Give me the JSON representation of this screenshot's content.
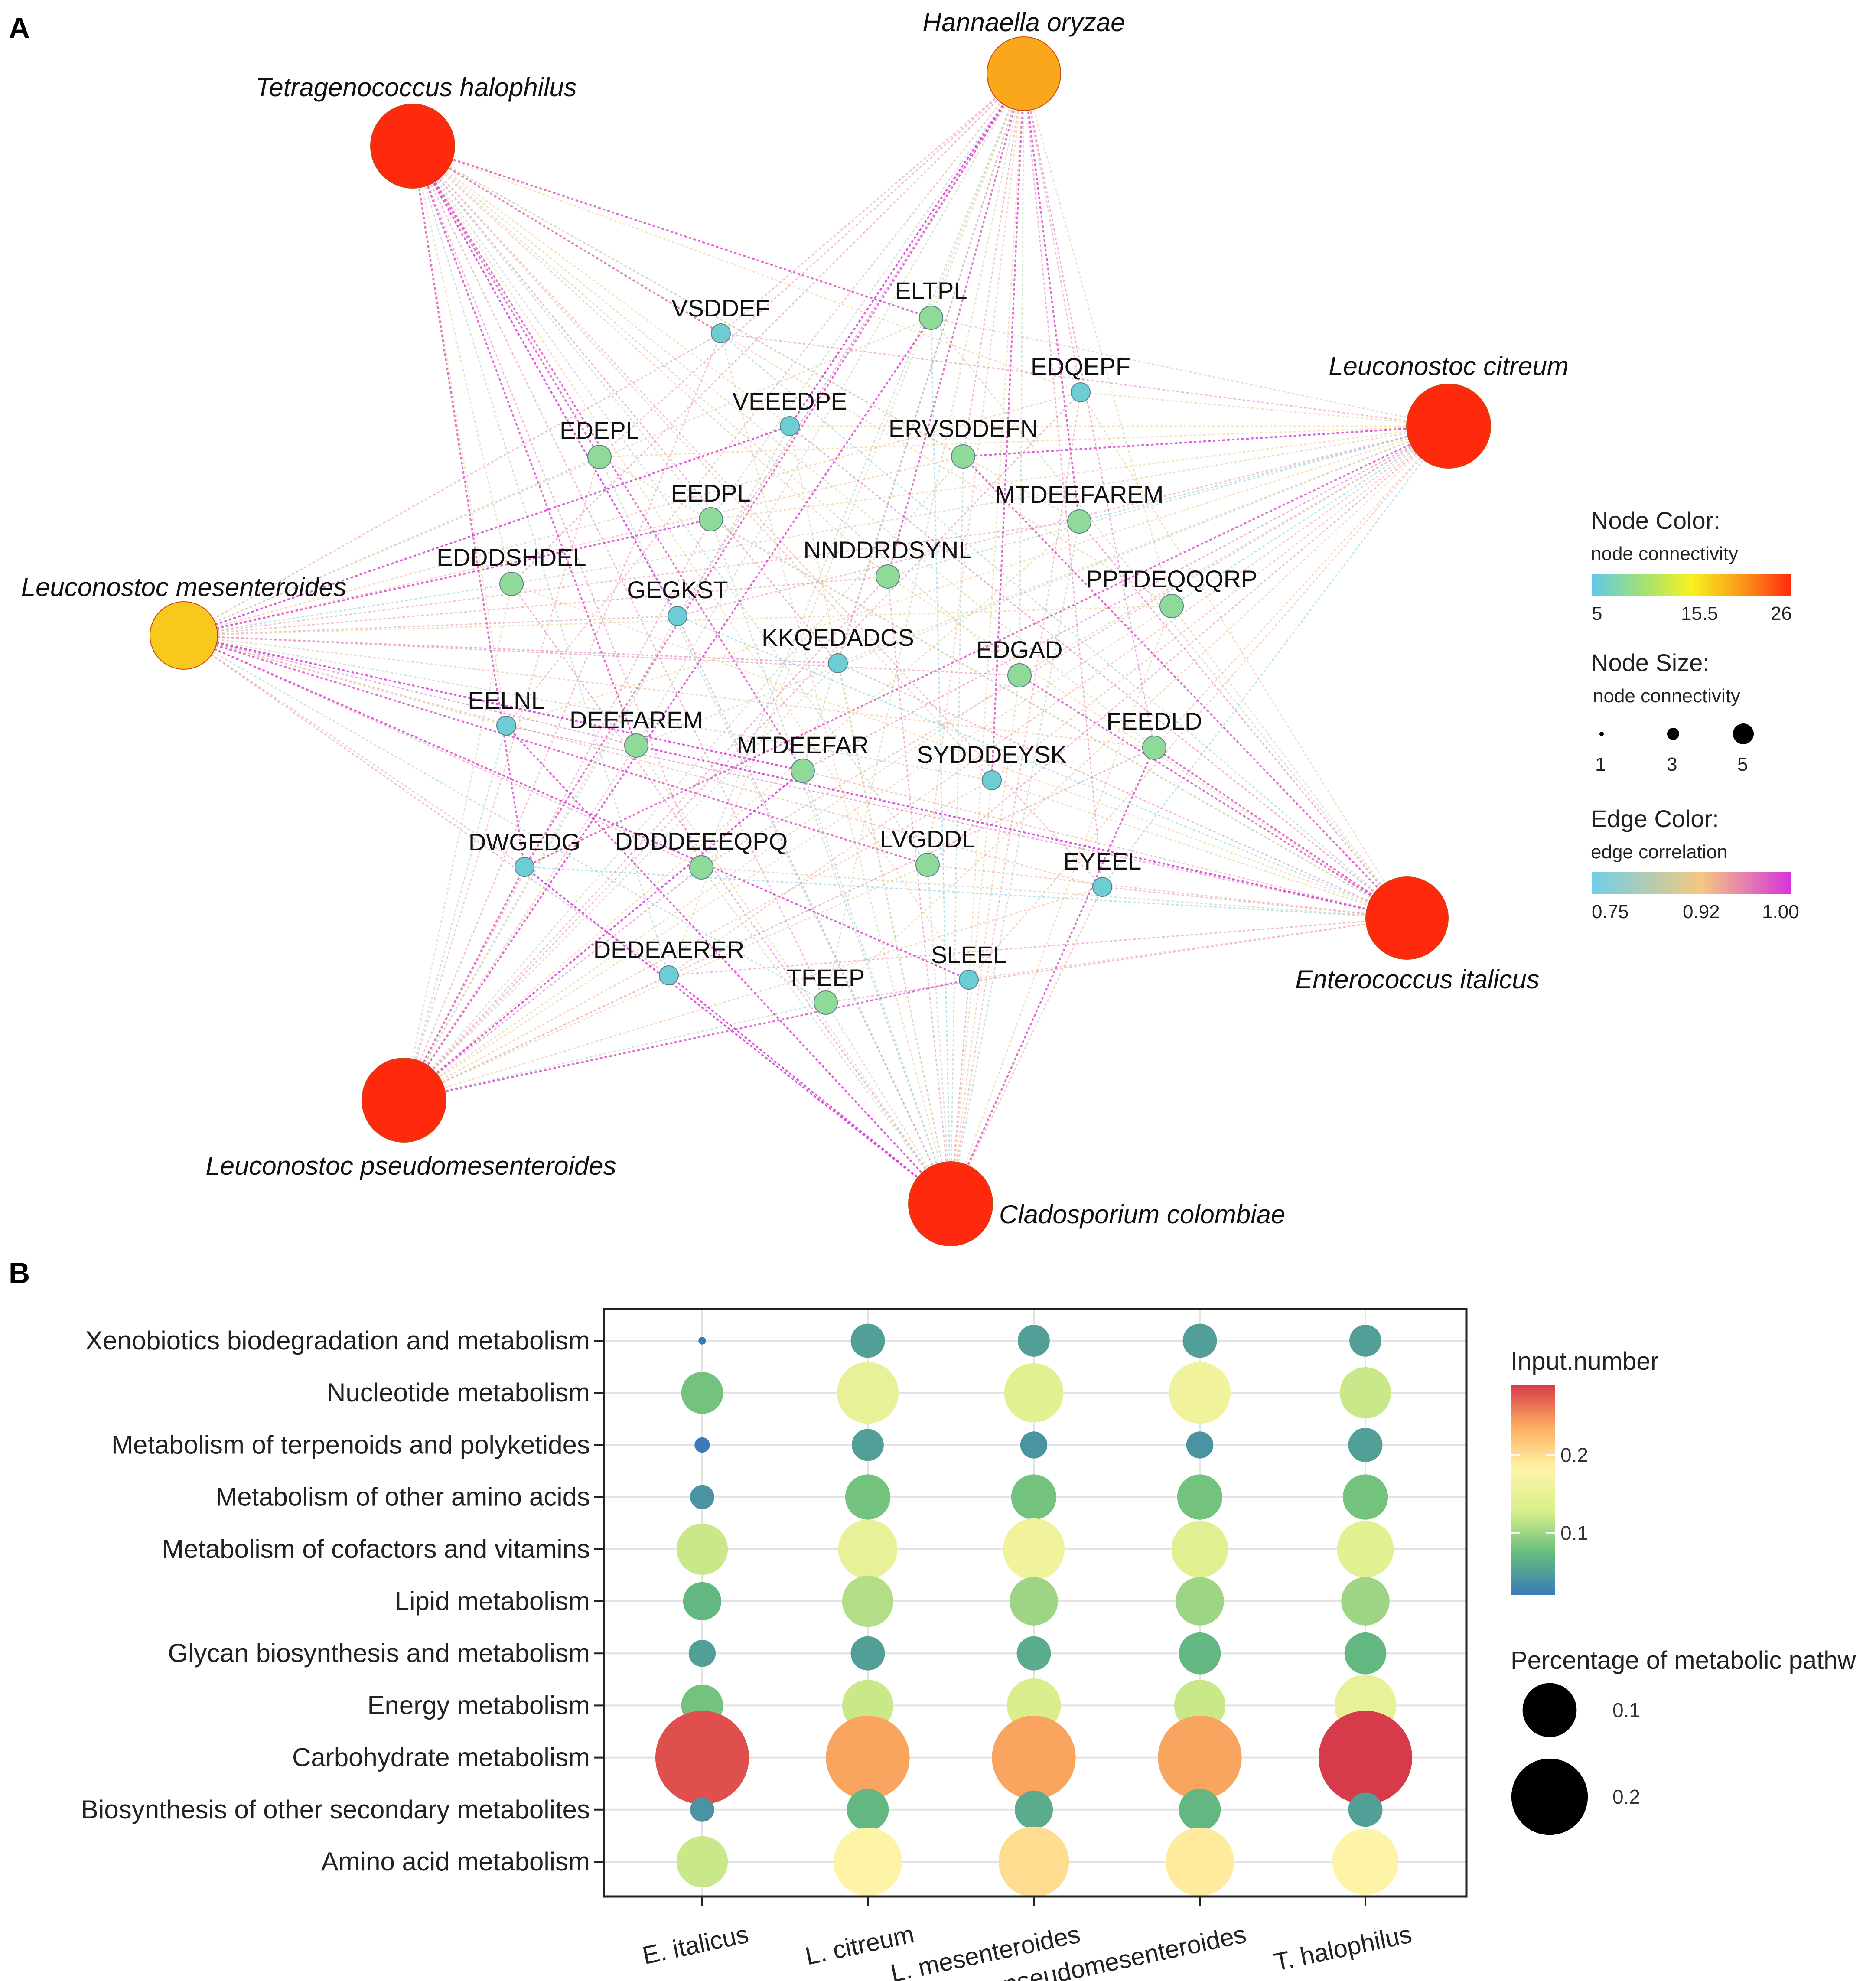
{
  "panel_labels": [
    "A",
    "B"
  ],
  "chart_data": [
    {
      "type": "network",
      "node_groups": [
        "microbe",
        "peptide"
      ],
      "nodes": [
        {
          "id": "Hannaella oryzae",
          "group": "microbe",
          "connectivity": 20
        },
        {
          "id": "Tetragenococcus halophilus",
          "group": "microbe",
          "connectivity": 26
        },
        {
          "id": "Leuconostoc citreum",
          "group": "microbe",
          "connectivity": 26
        },
        {
          "id": "Leuconostoc mesenteroides",
          "group": "microbe",
          "connectivity": 18
        },
        {
          "id": "Enterococcus italicus",
          "group": "microbe",
          "connectivity": 26
        },
        {
          "id": "Leuconostoc pseudomesenteroides",
          "group": "microbe",
          "connectivity": 26
        },
        {
          "id": "Cladosporium colombiae",
          "group": "microbe",
          "connectivity": 26
        },
        {
          "id": "VSDDEF",
          "group": "peptide",
          "connectivity": 5
        },
        {
          "id": "ELTPL",
          "group": "peptide",
          "connectivity": 7
        },
        {
          "id": "EDQEPF",
          "group": "peptide",
          "connectivity": 5
        },
        {
          "id": "VEEEDPE",
          "group": "peptide",
          "connectivity": 5
        },
        {
          "id": "EDEPL",
          "group": "peptide",
          "connectivity": 7
        },
        {
          "id": "ERVSDDEFN",
          "group": "peptide",
          "connectivity": 7
        },
        {
          "id": "EEDPL",
          "group": "peptide",
          "connectivity": 7
        },
        {
          "id": "MTDEEFAREM",
          "group": "peptide",
          "connectivity": 7
        },
        {
          "id": "EDDDSHDEL",
          "group": "peptide",
          "connectivity": 7
        },
        {
          "id": "NNDDRDSYNL",
          "group": "peptide",
          "connectivity": 7
        },
        {
          "id": "GEGKST",
          "group": "peptide",
          "connectivity": 5
        },
        {
          "id": "PPTDEQQQRP",
          "group": "peptide",
          "connectivity": 7
        },
        {
          "id": "KKQEDADCS",
          "group": "peptide",
          "connectivity": 5
        },
        {
          "id": "EDGAD",
          "group": "peptide",
          "connectivity": 7
        },
        {
          "id": "EELNL",
          "group": "peptide",
          "connectivity": 5
        },
        {
          "id": "DEEFAREM",
          "group": "peptide",
          "connectivity": 7
        },
        {
          "id": "MTDEEFAR",
          "group": "peptide",
          "connectivity": 7
        },
        {
          "id": "FEEDLD",
          "group": "peptide",
          "connectivity": 7
        },
        {
          "id": "SYDDDEYSK",
          "group": "peptide",
          "connectivity": 5
        },
        {
          "id": "DWGEDG",
          "group": "peptide",
          "connectivity": 5
        },
        {
          "id": "DDDDEEEQPQ",
          "group": "peptide",
          "connectivity": 7
        },
        {
          "id": "LVGDDL",
          "group": "peptide",
          "connectivity": 7
        },
        {
          "id": "EYEEL",
          "group": "peptide",
          "connectivity": 5
        },
        {
          "id": "DEDEAERER",
          "group": "peptide",
          "connectivity": 5
        },
        {
          "id": "TFEEP",
          "group": "peptide",
          "connectivity": 7
        },
        {
          "id": "SLEEL",
          "group": "peptide",
          "connectivity": 5
        }
      ],
      "legend": {
        "node_color": {
          "title": "Node Color:",
          "subtitle": "node connectivity",
          "ticks": [
            "5",
            "15.5",
            "26"
          ],
          "range": [
            5,
            26
          ],
          "colors": [
            "#5fc9ea",
            "#a0e07a",
            "#f6f21e",
            "#fb9a1a",
            "#ff2a0e"
          ]
        },
        "node_size": {
          "title": "Node Size:",
          "subtitle": "node connectivity",
          "ticks": [
            "1",
            "3",
            "5"
          ],
          "values": [
            1,
            3,
            5
          ]
        },
        "edge_color": {
          "title": "Edge Color:",
          "subtitle": "edge correlation",
          "ticks": [
            "0.75",
            "0.92",
            "1.00"
          ],
          "range": [
            0.75,
            1.0
          ],
          "colors": [
            "#6fcfe8",
            "#f4c880",
            "#d634dc"
          ]
        }
      }
    },
    {
      "type": "bubble",
      "x_categories": [
        "E. italicus",
        "L. citreum",
        "L. mesenteroides",
        "L. pseudomesenteroides",
        "T. halophilus"
      ],
      "y_categories": [
        "Xenobiotics biodegradation and metabolism",
        "Nucleotide metabolism",
        "Metabolism of terpenoids and polyketides",
        "Metabolism of other amino acids",
        "Metabolism of cofactors and vitamins",
        "Lipid metabolism",
        "Glycan biosynthesis and metabolism",
        "Energy metabolism",
        "Carbohydrate metabolism",
        "Biosynthesis of other secondary metabolites",
        "Amino acid metabolism"
      ],
      "color_metric": "Input.number",
      "size_metric": "Percentage of metabolic pathw",
      "color_ticks": [
        "0.2",
        "0.1"
      ],
      "color_range": [
        0.02,
        0.29
      ],
      "size_ticks": [
        "0.1",
        "0.2"
      ],
      "colorscale": [
        "#3a7ab8",
        "#66bd7e",
        "#d9ef8b",
        "#fff4a8",
        "#fdae61",
        "#d73a4a"
      ],
      "color_values": [
        [
          0.02,
          0.05,
          0.05,
          0.05,
          0.05
        ],
        [
          0.08,
          0.15,
          0.14,
          0.16,
          0.12
        ],
        [
          0.02,
          0.05,
          0.04,
          0.04,
          0.05
        ],
        [
          0.04,
          0.08,
          0.08,
          0.08,
          0.08
        ],
        [
          0.12,
          0.15,
          0.16,
          0.14,
          0.14
        ],
        [
          0.07,
          0.11,
          0.1,
          0.1,
          0.1
        ],
        [
          0.05,
          0.05,
          0.06,
          0.07,
          0.07
        ],
        [
          0.08,
          0.12,
          0.13,
          0.12,
          0.15
        ],
        [
          0.28,
          0.24,
          0.24,
          0.24,
          0.29
        ],
        [
          0.04,
          0.07,
          0.06,
          0.07,
          0.05
        ],
        [
          0.12,
          0.18,
          0.2,
          0.19,
          0.18
        ]
      ],
      "size_values": [
        [
          0.002,
          0.04,
          0.035,
          0.04,
          0.035
        ],
        [
          0.06,
          0.13,
          0.12,
          0.13,
          0.09
        ],
        [
          0.008,
          0.035,
          0.025,
          0.025,
          0.04
        ],
        [
          0.02,
          0.07,
          0.07,
          0.07,
          0.07
        ],
        [
          0.09,
          0.12,
          0.13,
          0.11,
          0.11
        ],
        [
          0.05,
          0.09,
          0.08,
          0.08,
          0.08
        ],
        [
          0.025,
          0.04,
          0.04,
          0.06,
          0.06
        ],
        [
          0.06,
          0.09,
          0.1,
          0.09,
          0.13
        ],
        [
          0.3,
          0.24,
          0.24,
          0.24,
          0.3
        ],
        [
          0.02,
          0.06,
          0.05,
          0.06,
          0.04
        ],
        [
          0.09,
          0.16,
          0.17,
          0.16,
          0.15
        ]
      ]
    }
  ]
}
